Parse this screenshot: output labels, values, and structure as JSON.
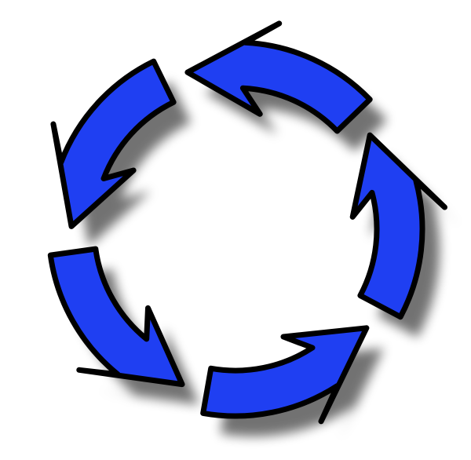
{
  "graphic": {
    "kind": "circular-arrows-cycle",
    "arrow_count": 5,
    "direction": "counterclockwise",
    "colors": {
      "fill": "#1f3ff2",
      "outline": "#000000",
      "shadow": "#000000",
      "background": "#ffffff"
    }
  }
}
